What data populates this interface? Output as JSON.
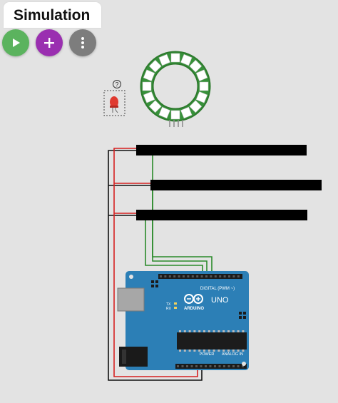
{
  "panel": {
    "title": "Simulation"
  },
  "toolbar": {
    "play_color": "#5bb35e",
    "add_color": "#9a2fb0",
    "more_color": "#7d7d7d",
    "play_icon": "play-icon",
    "add_icon": "plus-icon",
    "more_icon": "more-vertical-icon"
  },
  "components": {
    "led": {
      "color": "red",
      "help_mark": "?"
    },
    "neopixel_ring": {
      "pixels": 16
    },
    "strips": {
      "count": 3,
      "color": "#000000"
    },
    "arduino": {
      "logo_text": "ARDUINO",
      "model": "UNO",
      "digital_label": "DIGITAL (PWM ~)",
      "power_label": "POWER",
      "analog_label": "ANALOG IN",
      "board_color": "#2c7fb6",
      "tx_label": "TX",
      "rx_label": "RX"
    }
  },
  "wire_colors": {
    "power": "#d62020",
    "ground": "#111111",
    "signal": "#2a8a2a"
  }
}
